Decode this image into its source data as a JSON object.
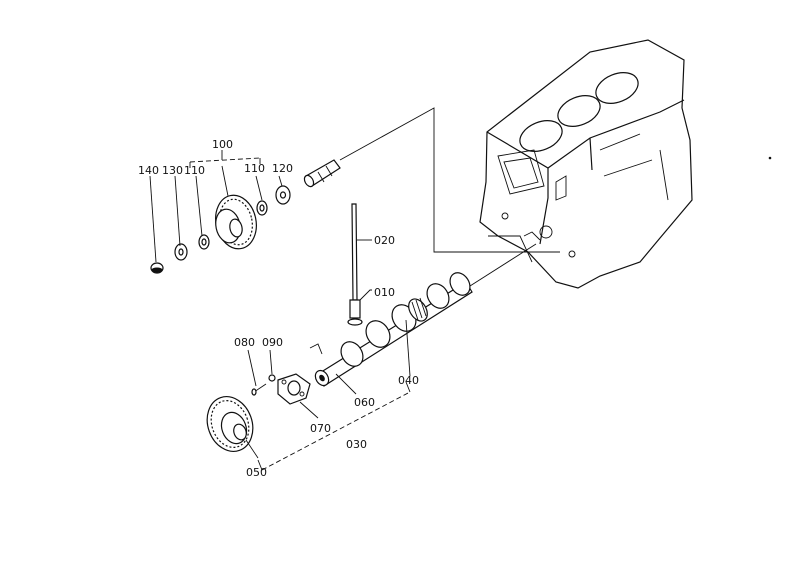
{
  "labels": {
    "p100": "100",
    "p140": "140",
    "p130": "130",
    "p110a": "110",
    "p110b": "110",
    "p120": "120",
    "p020": "020",
    "p010": "010",
    "p080": "080",
    "p090": "090",
    "p060": "060",
    "p040": "040",
    "p070": "070",
    "p030": "030",
    "p050": "050"
  }
}
